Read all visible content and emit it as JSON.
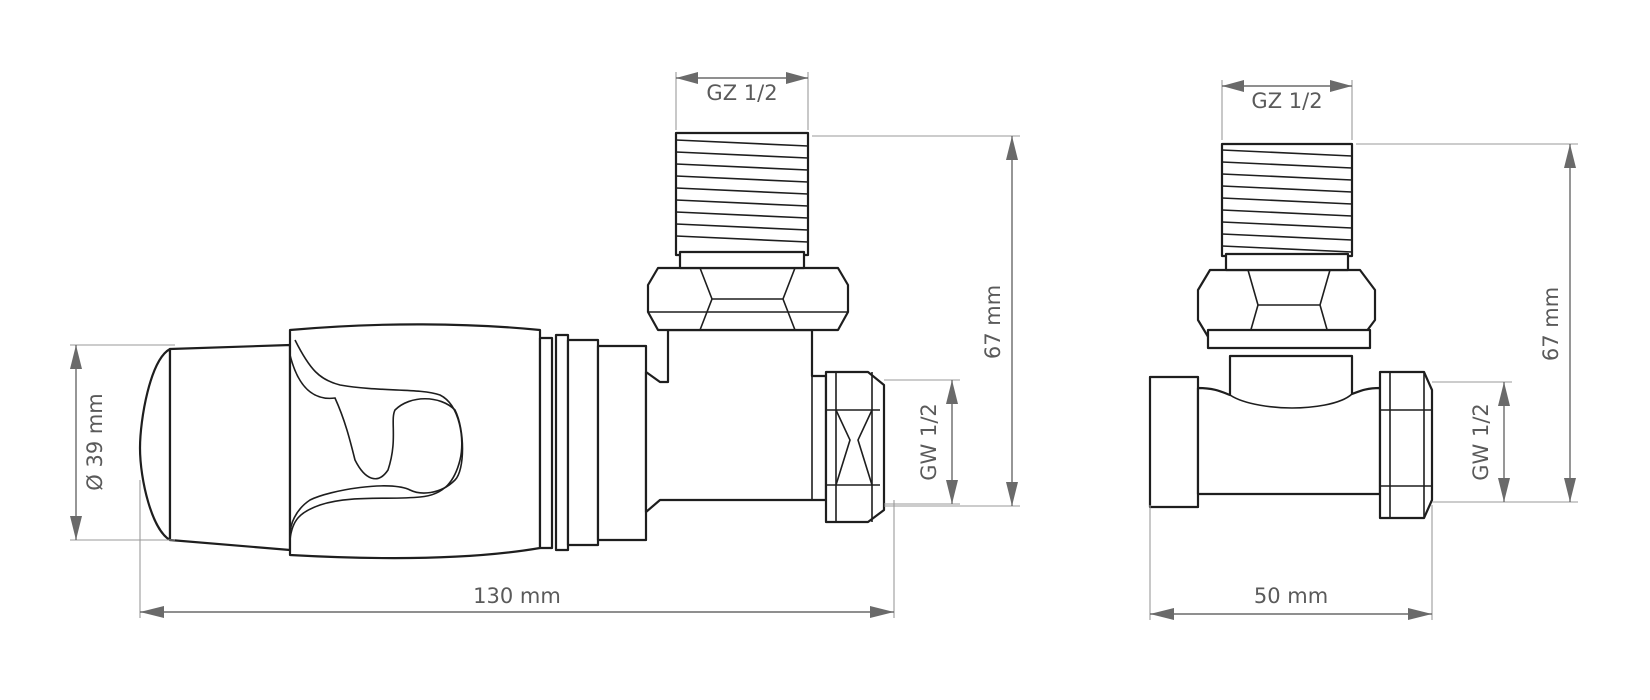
{
  "views": {
    "side": {
      "label_thread_top": "GZ 1/2",
      "label_height": "67 mm",
      "label_thread_side": "GW 1/2",
      "label_diameter": "Ø 39 mm",
      "label_length": "130 mm"
    },
    "front": {
      "label_thread_top": "GZ 1/2",
      "label_height": "67 mm",
      "label_thread_side": "GW 1/2",
      "label_width": "50 mm"
    }
  }
}
